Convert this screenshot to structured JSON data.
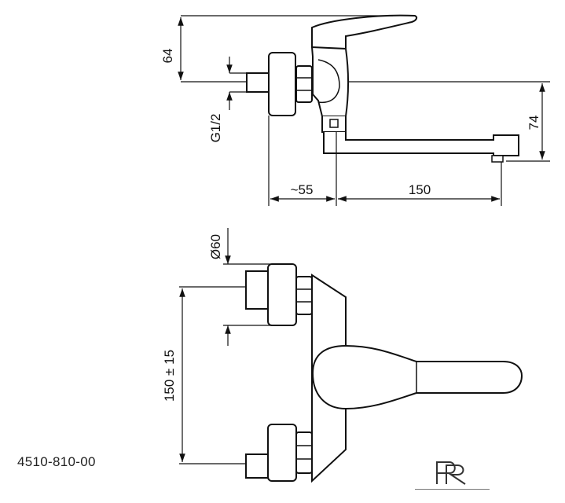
{
  "drawing": {
    "dimensions": {
      "height_top": "64",
      "thread": "G1/2",
      "height_spout": "74",
      "offset": "~55",
      "spout_reach": "150",
      "diameter": "Ø60",
      "spacing": "150 ± 15"
    },
    "product_code": "4510-810-00",
    "logo": "PR"
  },
  "colors": {
    "line": "#111111",
    "dim": "#555555"
  }
}
